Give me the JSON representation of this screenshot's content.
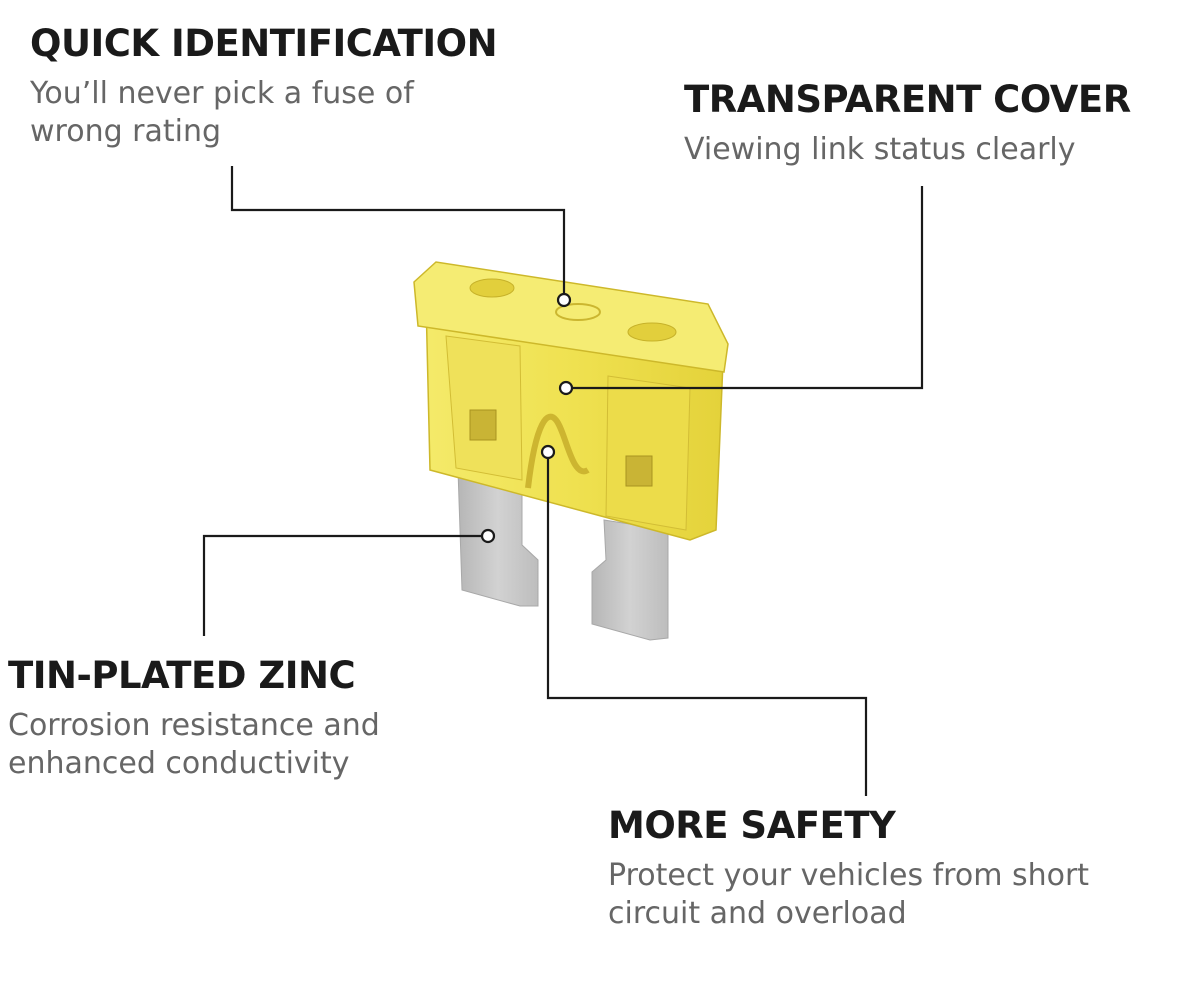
{
  "callouts": {
    "quick_identification": {
      "title": "QUICK IDENTIFICATION",
      "lines": [
        "You’ll never pick a fuse of",
        "wrong rating"
      ]
    },
    "transparent_cover": {
      "title": "TRANSPARENT COVER",
      "lines": [
        "Viewing link status clearly"
      ]
    },
    "tin_plated_zinc": {
      "title": "TIN-PLATED ZINC",
      "lines": [
        "Corrosion resistance and",
        "enhanced conductivity"
      ]
    },
    "more_safety": {
      "title": "MORE SAFETY",
      "lines": [
        "Protect your vehicles from short",
        "circuit and overload"
      ]
    }
  },
  "colors": {
    "fuse_body": "#f2e64d",
    "fuse_body_dark": "#d8c52a",
    "blade": "#c4c4c4",
    "leader_line": "#1a1a1a",
    "heading_text": "#1a1a1a",
    "desc_text": "#666666"
  },
  "icons": [
    "fuse-illustration",
    "leader-dot"
  ]
}
